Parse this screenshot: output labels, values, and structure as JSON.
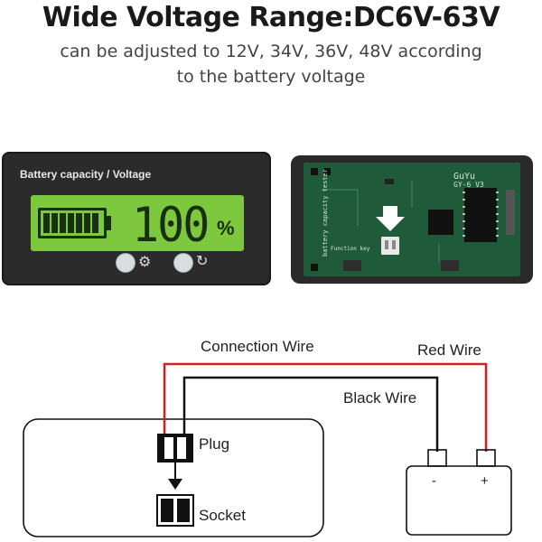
{
  "header": {
    "title": "Wide Voltage Range:DC6V-63V",
    "subtitle_line1": "can be adjusted to 12V, 34V, 36V, 48V according",
    "subtitle_line2": "to the battery voltage"
  },
  "meter": {
    "label": "Battery capacity / Voltage",
    "display_value": "100",
    "display_unit": "%",
    "battery_level": 1.0,
    "lcd_color": "#7ec83e",
    "buttons": [
      {
        "icon": "gear-icon"
      },
      {
        "icon": "refresh-icon"
      }
    ]
  },
  "pcb": {
    "brand": "GuYu",
    "model": "GY-6 V3",
    "board_text": "battery capacity tester",
    "function_key": "Function key"
  },
  "diagram": {
    "connection_wire": "Connection Wire",
    "red_wire": "Red Wire",
    "black_wire": "Black Wire",
    "plug": "Plug",
    "socket": "Socket",
    "minus": "-",
    "plus": "+",
    "colors": {
      "red": "#d22020",
      "black": "#111111"
    }
  }
}
